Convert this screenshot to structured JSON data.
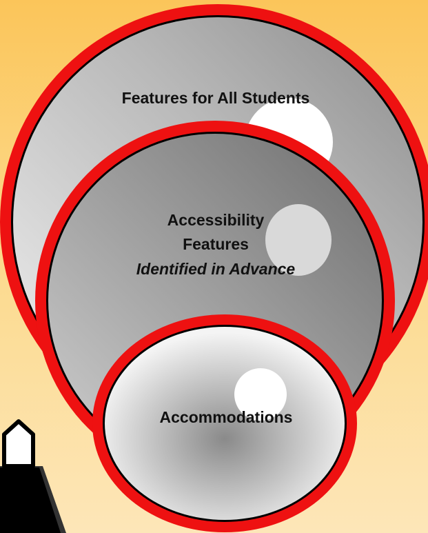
{
  "diagram": {
    "outer": {
      "label": "Features for All Students"
    },
    "middle": {
      "label_line1": "Accessibility",
      "label_line2": "Features",
      "label_line3": "Identified in Advance"
    },
    "inner": {
      "label": "Accommodations"
    }
  },
  "colors": {
    "background_top": "#fbc55a",
    "background_bottom": "#fde6b8",
    "ring": "#ee1111",
    "outline": "#000000",
    "fill_light": "#ececec",
    "fill_dark": "#7a7a7a"
  }
}
